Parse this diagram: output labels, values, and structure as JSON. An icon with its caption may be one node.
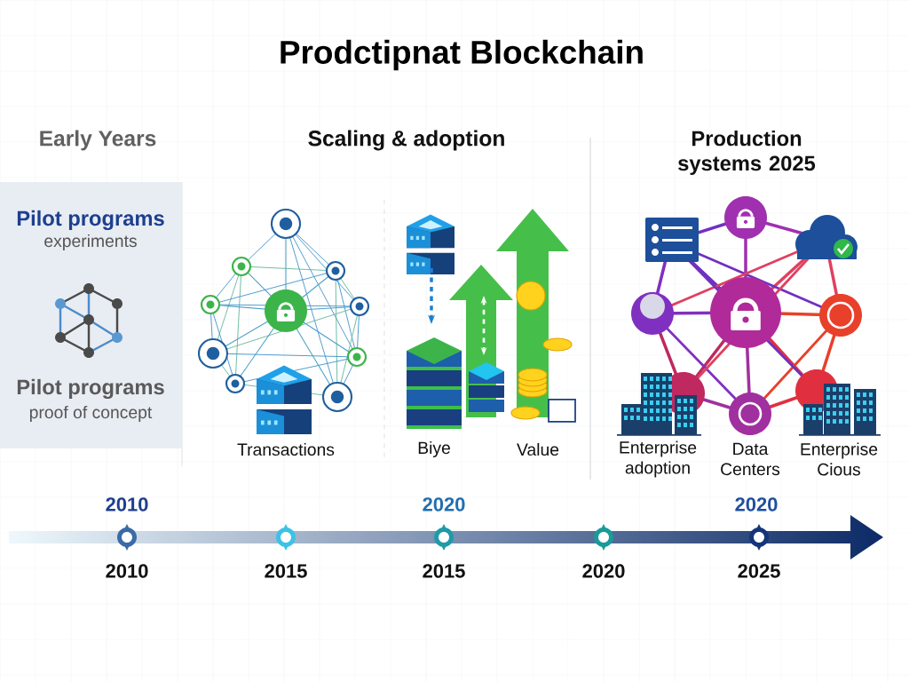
{
  "diagram": {
    "title": "Prodctipnat Blockchain",
    "nodes": [
      {
        "text": [
          "Pilot programs",
          "experiments",
          "Pilot programs",
          "proof of concept"
        ]
      }
    ],
    "labels": [
      "Early Years",
      "Scaling & adoption",
      "Production systems 2025",
      "Transactions",
      "Biye",
      "Value",
      "Enterprise adoption",
      "Data Centers",
      "Enterprise Cious",
      "2010",
      "2020",
      "2020",
      "2010",
      "2015",
      "2015",
      "2020",
      "2025"
    ]
  }
}
